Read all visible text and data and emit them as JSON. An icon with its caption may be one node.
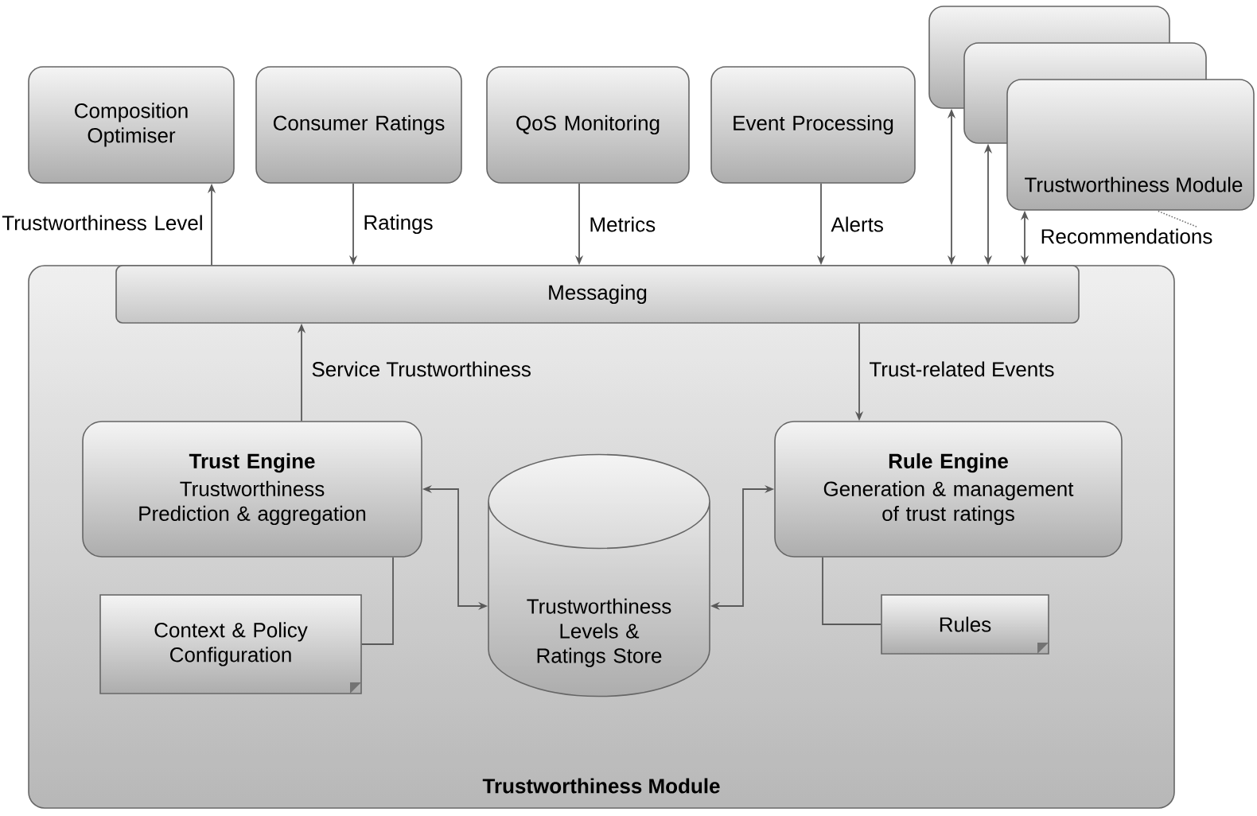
{
  "diagram": {
    "nodes": [
      {
        "text": [
          "Trustworthiness Module"
        ]
      },
      {
        "text": [
          "Messaging"
        ],
        "in": 0
      },
      {
        "text": [
          "Trust Engine",
          "Trustworthiness Prediction & aggregation"
        ],
        "in": 0
      },
      {
        "text": [
          "Context & Policy Configuration"
        ],
        "in": 0
      },
      {
        "text": [
          "Trustworthiness Levels & Ratings Store"
        ],
        "in": 0
      },
      {
        "text": [
          "Rule Engine",
          "Generation & management of trust ratings"
        ],
        "in": 0
      },
      {
        "text": [
          "Rules"
        ],
        "in": 0
      },
      {
        "text": [
          "Composition Optimiser"
        ]
      },
      {
        "text": [
          "Consumer Ratings"
        ]
      },
      {
        "text": [
          "QoS Monitoring"
        ]
      },
      {
        "text": [
          "Event Processing"
        ]
      },
      {
        "text": [],
        "shape": "box"
      },
      {
        "text": [],
        "shape": "box"
      },
      {
        "text": [
          "Trustworthiness Module"
        ]
      },
      {
        "text": [
          "Recommendations"
        ]
      }
    ],
    "edges": [
      {
        "from": 1,
        "to": 7,
        "arrow": "to",
        "label": "Trustworthiness Level"
      },
      {
        "from": 8,
        "to": 1,
        "arrow": "to",
        "label": "Ratings"
      },
      {
        "from": 9,
        "to": 1,
        "arrow": "to",
        "label": "Metrics"
      },
      {
        "from": 10,
        "to": 1,
        "arrow": "to",
        "label": "Alerts"
      },
      {
        "from": 1,
        "to": 11,
        "arrow": "both"
      },
      {
        "from": 1,
        "to": 12,
        "arrow": "both"
      },
      {
        "from": 1,
        "to": 13,
        "arrow": "both"
      },
      {
        "from": 2,
        "to": 1,
        "arrow": "to",
        "label": "Service Trustworthiness"
      },
      {
        "from": 1,
        "to": 5,
        "arrow": "to",
        "label": "Trust-related Events"
      },
      {
        "from": 2,
        "to": 4,
        "arrow": "both"
      },
      {
        "from": 4,
        "to": 5,
        "arrow": "both"
      },
      {
        "from": 2,
        "to": 3,
        "arrow": "none"
      },
      {
        "from": 5,
        "to": 6,
        "arrow": "none"
      },
      {
        "from": 14,
        "to": 13,
        "arrow": "none",
        "style": "dashed"
      }
    ]
  }
}
